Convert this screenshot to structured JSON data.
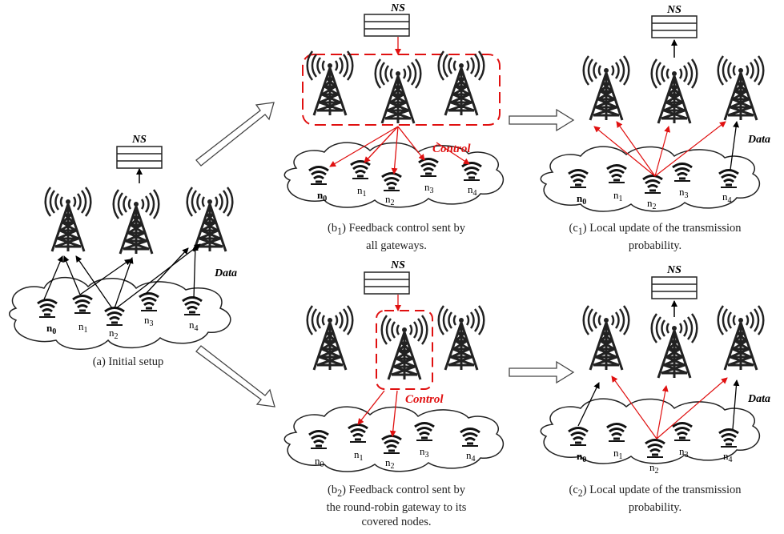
{
  "labels": {
    "ns": "NS",
    "data": "Data",
    "control": "Control"
  },
  "nodes": {
    "n0": {
      "base": "n",
      "sub": "0"
    },
    "n1": {
      "base": "n",
      "sub": "1"
    },
    "n2": {
      "base": "n",
      "sub": "2"
    },
    "n3": {
      "base": "n",
      "sub": "3"
    },
    "n4": {
      "base": "n",
      "sub": "4"
    }
  },
  "captions": {
    "a": "(a) Initial setup",
    "b1_pre": "(b",
    "b1_sub": "1",
    "b1_post": ") Feedback control sent by\nall gateways.",
    "c1_pre": "(c",
    "c1_sub": "1",
    "c1_post": ") Local update of the transmission\nprobability.",
    "b2_pre": "(b",
    "b2_sub": "2",
    "b2_post": ") Feedback control sent by\nthe round-robin gateway to its\ncovered nodes.",
    "c2_pre": "(c",
    "c2_sub": "2",
    "c2_post": ") Local update of the transmission\nprobability."
  },
  "colors": {
    "control": "#e01010",
    "data": "#000000",
    "ink": "#222222"
  }
}
